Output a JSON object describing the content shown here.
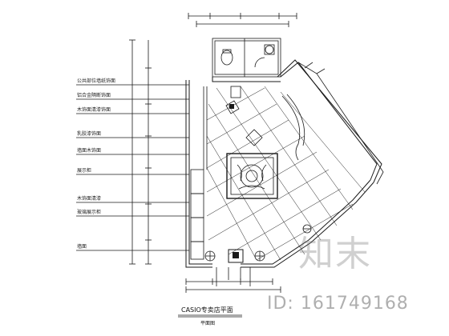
{
  "labels": [
    "公共部位墙纸饰面",
    "铝合金隔断饰面",
    "木饰面清漆饰面",
    "乳胶漆饰面",
    "墙面木饰面",
    "展示柜",
    "木饰面清漆",
    "玻璃展示柜",
    "墙面"
  ],
  "title": "CASIO专卖店平面",
  "subtitle": "平面图",
  "watermark": "知末",
  "id_text": "ID: 161749168",
  "colors": {
    "line": "#1a1a1a",
    "background": "#ffffff"
  }
}
